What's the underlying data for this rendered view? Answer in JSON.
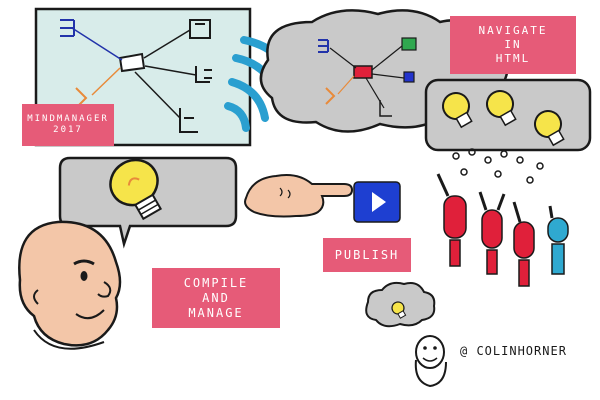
{
  "labels": {
    "mindmanager": [
      "MINDMANAGER",
      "2017"
    ],
    "navigate": [
      "NAVIGATE",
      "IN",
      "HTML"
    ],
    "publish": "PUBLISH",
    "compile": [
      "COMPILE",
      "AND",
      "MANAGE"
    ]
  },
  "credit": "@ COLINHORNER",
  "colors": {
    "label_bg": "#e65b78",
    "cloud": "#c9c9c9",
    "mindmap_bg": "#d8ecea",
    "signal": "#2a9fd0",
    "bulb": "#f6e44a",
    "play_button": "#1e3fd1",
    "crowd_red": "#e0203a",
    "crowd_cyan": "#2fa9d0"
  },
  "icons": [
    "lightbulb-icon",
    "play-button-icon",
    "wifi-signal-icon",
    "mind-map-icon",
    "pointing-hand-icon",
    "face-icon"
  ]
}
